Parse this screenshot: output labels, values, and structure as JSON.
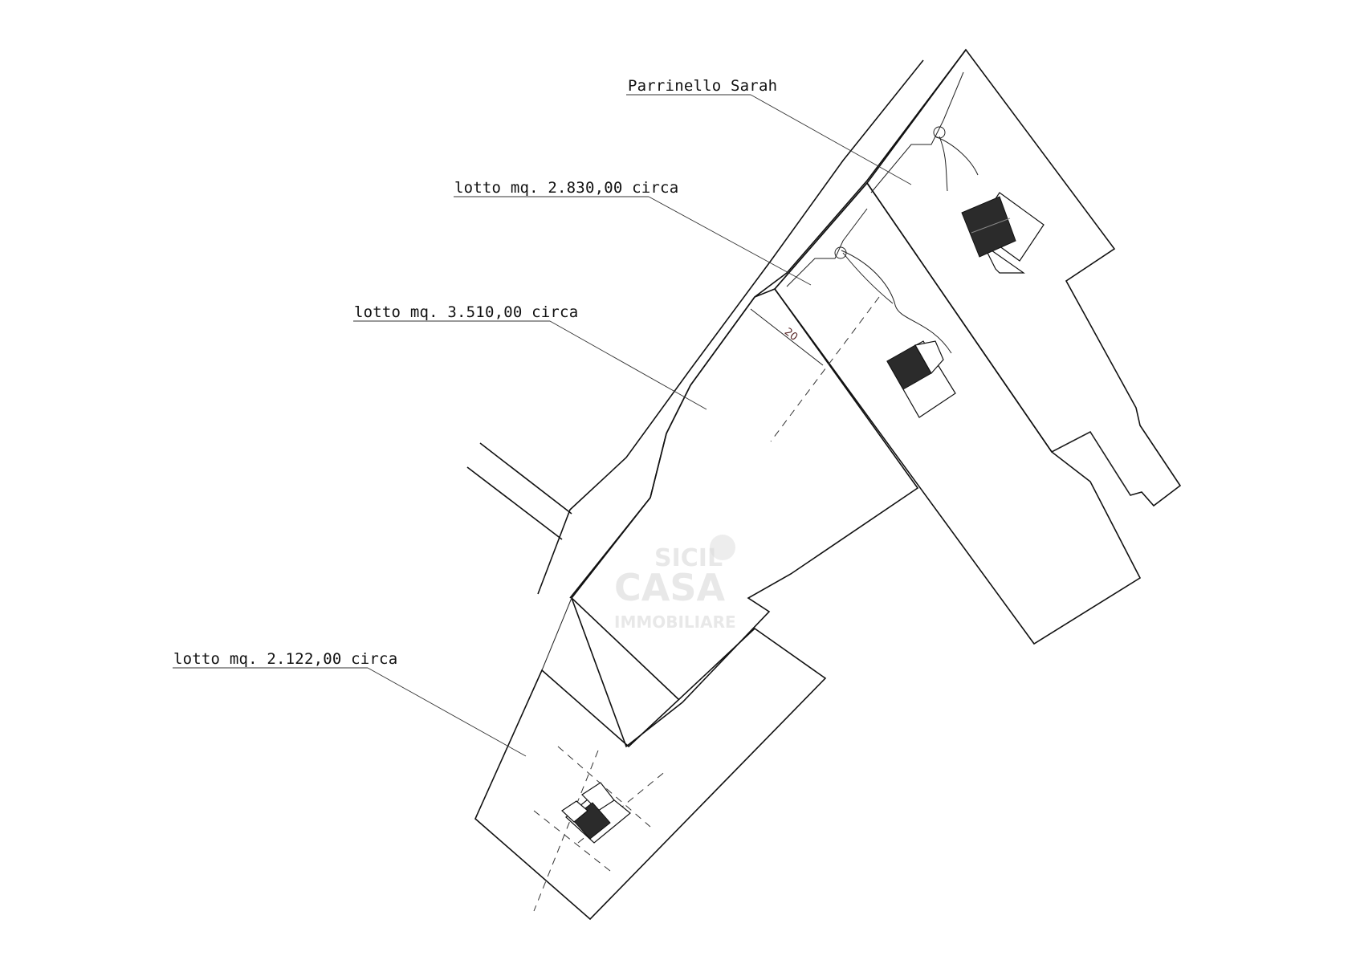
{
  "labels": {
    "owner": "Parrinello Sarah",
    "lot_2830": "lotto mq. 2.830,00 circa",
    "lot_3510": "lotto mq. 3.510,00 circa",
    "lot_2122": "lotto mq. 2.122,00 circa"
  },
  "dimension": {
    "distance": "20"
  },
  "watermark": {
    "line1": "SICIL",
    "line2": "CASA",
    "line3": "IMMOBILIARE"
  },
  "colors": {
    "ink": "#111111",
    "background": "#ffffff",
    "watermark": "#dcdcdc",
    "dimension": "#5a2a2a"
  }
}
